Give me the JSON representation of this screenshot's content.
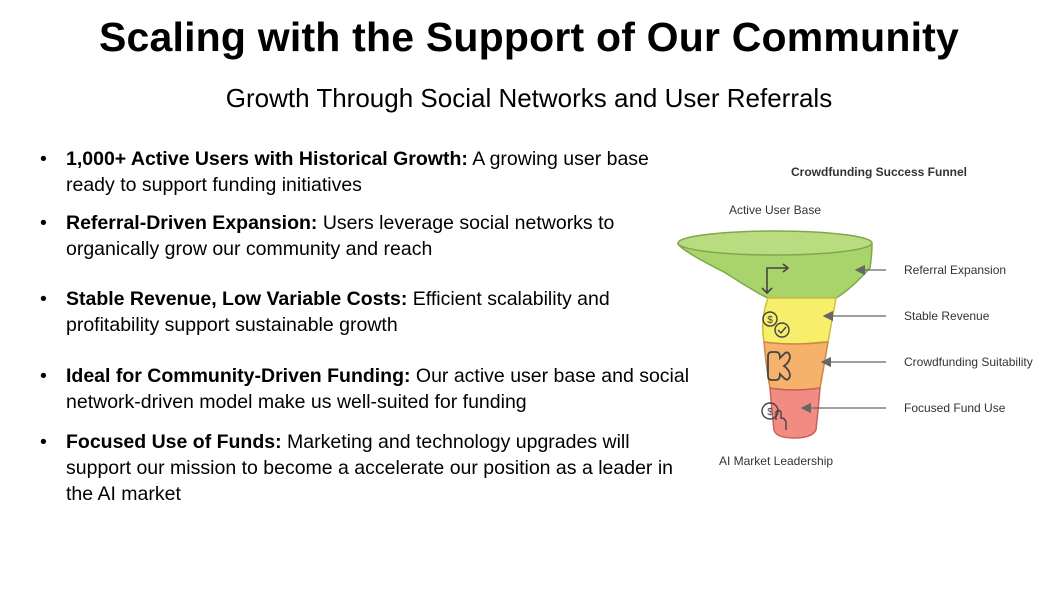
{
  "title": "Scaling with the Support of Our Community",
  "subtitle": "Growth Through Social Networks and User Referrals",
  "bullets": [
    {
      "bold": "1,000+ Active Users with Historical Growth:",
      "text": " A growing user base ready to support funding initiatives"
    },
    {
      "bold": "Referral-Driven Expansion:",
      "text": " Users leverage social networks to organically grow our community and reach"
    },
    {
      "bold": "Stable Revenue, Low Variable Costs:",
      "text": " Efficient scalability and profitability support sustainable growth"
    },
    {
      "bold": "Ideal for Community-Driven Funding:",
      "text": " Our active user base and social network-driven model make us well-suited for funding"
    },
    {
      "bold": "Focused Use of Funds:",
      "text": " Marketing and technology upgrades will support our mission to become a accelerate our position as a leader in the AI market"
    }
  ],
  "funnel": {
    "title": "Crowdfunding Success Funnel",
    "top_label": "Active User Base",
    "bottom_label": "AI Market Leadership",
    "stages": [
      {
        "label": "Referral Expansion",
        "color": "#a9d46b",
        "icon": "referral-arrow-icon"
      },
      {
        "label": "Stable Revenue",
        "color": "#f7ee6b",
        "icon": "coins-check-icon"
      },
      {
        "label": "Crowdfunding Suitability",
        "color": "#f6b26b",
        "icon": "kickstarter-icon"
      },
      {
        "label": "Focused Fund Use",
        "color": "#f28b82",
        "icon": "hand-coin-icon"
      }
    ]
  }
}
